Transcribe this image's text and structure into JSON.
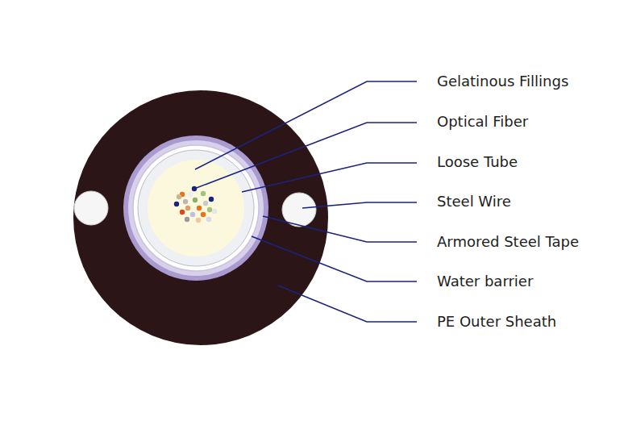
{
  "diagram": {
    "labels": [
      "Gelatinous Fillings",
      "Optical Fiber",
      "Loose Tube",
      "Steel Wire",
      "Armored Steel Tape",
      "Water barrier",
      "PE Outer Sheath"
    ]
  }
}
